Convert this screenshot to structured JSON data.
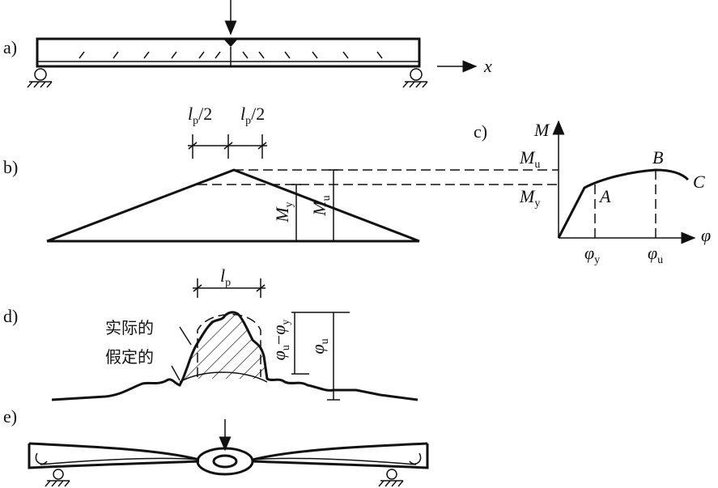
{
  "panels": {
    "a": "a)",
    "b": "b)",
    "c": "c)",
    "d": "d)",
    "e": "e)"
  },
  "panel_a": {
    "axis_x": "x"
  },
  "panel_b": {
    "lp_half_left": {
      "base": "l",
      "sub": "p",
      "tail": "/2"
    },
    "lp_half_right": {
      "base": "l",
      "sub": "p",
      "tail": "/2"
    },
    "My": {
      "base": "M",
      "sub": "y"
    },
    "Mu": {
      "base": "M",
      "sub": "u"
    }
  },
  "panel_c": {
    "axis_y": "M",
    "axis_x": "φ",
    "Mu": {
      "base": "M",
      "sub": "u"
    },
    "My": {
      "base": "M",
      "sub": "y"
    },
    "phi_y": {
      "base": "φ",
      "sub": "y"
    },
    "phi_u": {
      "base": "φ",
      "sub": "u"
    },
    "pt_A": "A",
    "pt_B": "B",
    "pt_C": "C"
  },
  "panel_d": {
    "lp": {
      "base": "l",
      "sub": "p"
    },
    "label_actual": "实际的",
    "label_assumed": "假定的",
    "diff": {
      "a": "φ",
      "a_sub": "u",
      "minus": "−",
      "b": "φ",
      "b_sub": "y"
    },
    "phi_u": {
      "base": "φ",
      "sub": "u"
    }
  }
}
